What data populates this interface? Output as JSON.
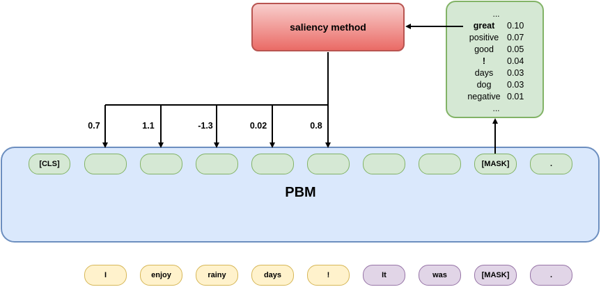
{
  "saliency_label": "saliency method",
  "model_label": "PBM",
  "predictions": {
    "top_ellipsis": "...",
    "bottom_ellipsis": "...",
    "items": [
      {
        "word": "great",
        "score": "0.10",
        "bold": true
      },
      {
        "word": "positive",
        "score": "0.07",
        "bold": false
      },
      {
        "word": "good",
        "score": "0.05",
        "bold": false
      },
      {
        "word": "!",
        "score": "0.04",
        "bold": true
      },
      {
        "word": "days",
        "score": "0.03",
        "bold": false
      },
      {
        "word": "dog",
        "score": "0.03",
        "bold": false
      },
      {
        "word": "negative",
        "score": "0.01",
        "bold": false
      }
    ]
  },
  "weights": [
    "0.7",
    "1.1",
    "-1.3",
    "0.02",
    "0.8"
  ],
  "hidden_tokens": [
    "[CLS]",
    "",
    "",
    "",
    "",
    "",
    "",
    "",
    "[MASK]",
    "."
  ],
  "input_tokens": [
    {
      "text": "I",
      "kind": "input"
    },
    {
      "text": "enjoy",
      "kind": "input"
    },
    {
      "text": "rainy",
      "kind": "input"
    },
    {
      "text": "days",
      "kind": "input"
    },
    {
      "text": "!",
      "kind": "input"
    },
    {
      "text": "It",
      "kind": "pattern"
    },
    {
      "text": "was",
      "kind": "pattern"
    },
    {
      "text": "[MASK]",
      "kind": "pattern"
    },
    {
      "text": ".",
      "kind": "pattern"
    }
  ],
  "colors": {
    "input_fill": "#fff2cc",
    "pattern_fill": "#e1d5e7",
    "hidden_fill": "#d5e8d4",
    "model_fill": "#dae8fc",
    "saliency_fill": "#f8cecc"
  }
}
